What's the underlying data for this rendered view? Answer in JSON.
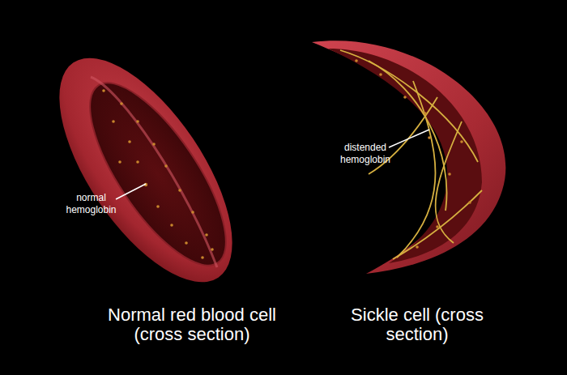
{
  "diagram": {
    "labels": [
      "normal hemoglobin",
      "distended hemoglobin",
      "Normal red blood cell (cross section)",
      "Sickle cell (cross section)"
    ]
  }
}
